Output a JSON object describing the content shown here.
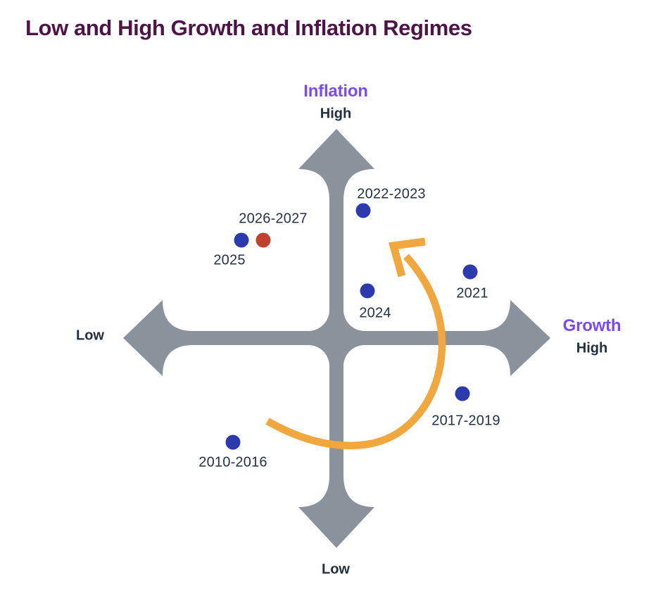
{
  "title": "Low and High Growth and Inflation Regimes",
  "colors": {
    "title_text": "#4D1547",
    "axis_name_text": "#7B4BF1",
    "label_text": "#233246",
    "cross_gray": "#8A939B",
    "dot_blue": "#2B3AAD",
    "dot_red": "#C2402F",
    "arrow_orange": "#F0A73D"
  },
  "chart_data": {
    "type": "scatter",
    "title": "Low and High Growth and Inflation Regimes",
    "x_axis": {
      "name": "Growth",
      "left_label": "Low",
      "right_label": "High"
    },
    "y_axis": {
      "name": "Inflation",
      "top_label": "High",
      "bottom_label": "Low"
    },
    "coords_note": "growth/inflation are relative quadrant positions in [-1,1], center = 0",
    "grid": false,
    "legend_position": "none",
    "points": [
      {
        "label": "2010-2016",
        "growth": -0.49,
        "inflation": -0.49,
        "color": "#2B3AAD"
      },
      {
        "label": "2017-2019",
        "growth": 0.6,
        "inflation": -0.26,
        "color": "#2B3AAD"
      },
      {
        "label": "2021",
        "growth": 0.63,
        "inflation": 0.31,
        "color": "#2B3AAD"
      },
      {
        "label": "2022-2023",
        "growth": 0.13,
        "inflation": 0.6,
        "color": "#2B3AAD"
      },
      {
        "label": "2024",
        "growth": 0.15,
        "inflation": 0.22,
        "color": "#2B3AAD"
      },
      {
        "label": "2025",
        "growth": -0.45,
        "inflation": 0.46,
        "color": "#2B3AAD"
      },
      {
        "label": "2026-2027",
        "growth": -0.35,
        "inflation": 0.46,
        "color": "#C2402F"
      }
    ],
    "annotation_arrow": {
      "description": "orange counterclockwise arc sweeping from the low-growth/low-inflation quadrant around the right side, pointing up-left",
      "color": "#F0A73D"
    }
  }
}
